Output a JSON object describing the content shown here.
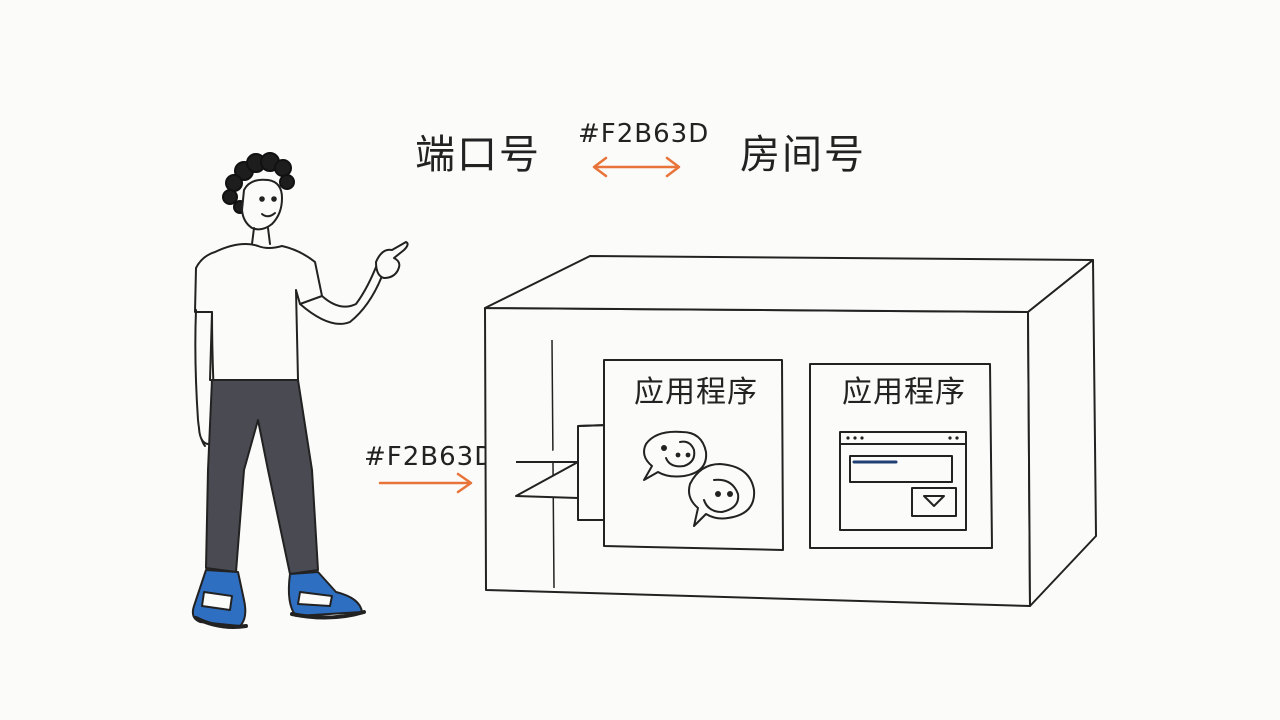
{
  "title_left": "端口号",
  "title_right": "房间号",
  "top_arrow_label": "#F2B63D",
  "side_arrow_label": "#F2B63D",
  "apps": [
    {
      "label": "应用程序"
    },
    {
      "label": "应用程序"
    }
  ],
  "colors": {
    "accent": "#E8743A",
    "ink": "#222222",
    "pants": "#4a4a52",
    "shoe_blue": "#2f6fc2"
  },
  "icons": {
    "app1": "wechat-chat-bubbles-icon",
    "app2": "browser-window-icon"
  }
}
